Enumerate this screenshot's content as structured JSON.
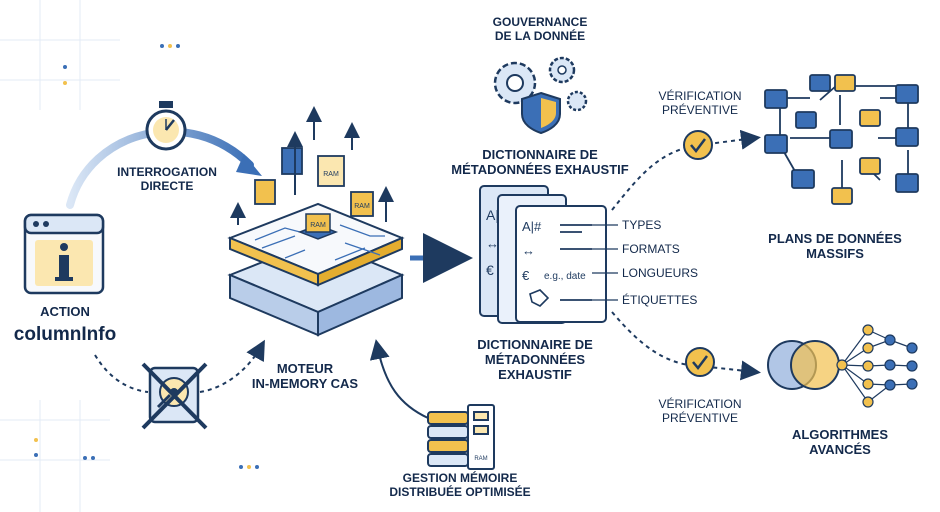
{
  "colors": {
    "navy": "#1e3a5f",
    "blue": "#3b6fb6",
    "lightblue": "#dbe7f6",
    "gold": "#f2c14e"
  },
  "action": {
    "line1": "ACTION",
    "line2": "columnInfo"
  },
  "interrogation": {
    "line1": "INTERROGATION",
    "line2": "DIRECTE"
  },
  "engine": {
    "line1": "MOTEUR",
    "line2": "IN-MEMORY CAS",
    "ram_label": "RAM"
  },
  "memory": {
    "line1": "GESTION MÉMOIRE",
    "line2": "DISTRIBUÉE OPTIMISÉE",
    "ram_label": "RAM"
  },
  "governance": {
    "line1": "GOUVERNANCE",
    "line2": "DE LA DONNÉE"
  },
  "dictionary_top": {
    "line1": "DICTIONNAIRE DE",
    "line2": "MÉTADONNÉES EXHAUSTIF"
  },
  "dictionary_bottom": {
    "line1": "DICTIONNAIRE DE",
    "line2": "MÉTADONNÉES",
    "line3": "EXHAUSTIF"
  },
  "doc": {
    "row1_icon": "A|#",
    "row2_icon": "↔",
    "row3_icon": "€",
    "row3_text": "e.g., date"
  },
  "tags": [
    "TYPES",
    "FORMATS",
    "LONGUEURS",
    "ÉTIQUETTES"
  ],
  "check_top": {
    "line1": "VÉRIFICATION",
    "line2": "PRÉVENTIVE"
  },
  "check_bottom": {
    "line1": "VÉRIFICATION",
    "line2": "PRÉVENTIVE"
  },
  "plans": {
    "line1": "PLANS DE DONNÉES",
    "line2": "MASSIFS"
  },
  "algos": {
    "line1": "ALGORITHMES",
    "line2": "AVANCÉS"
  }
}
